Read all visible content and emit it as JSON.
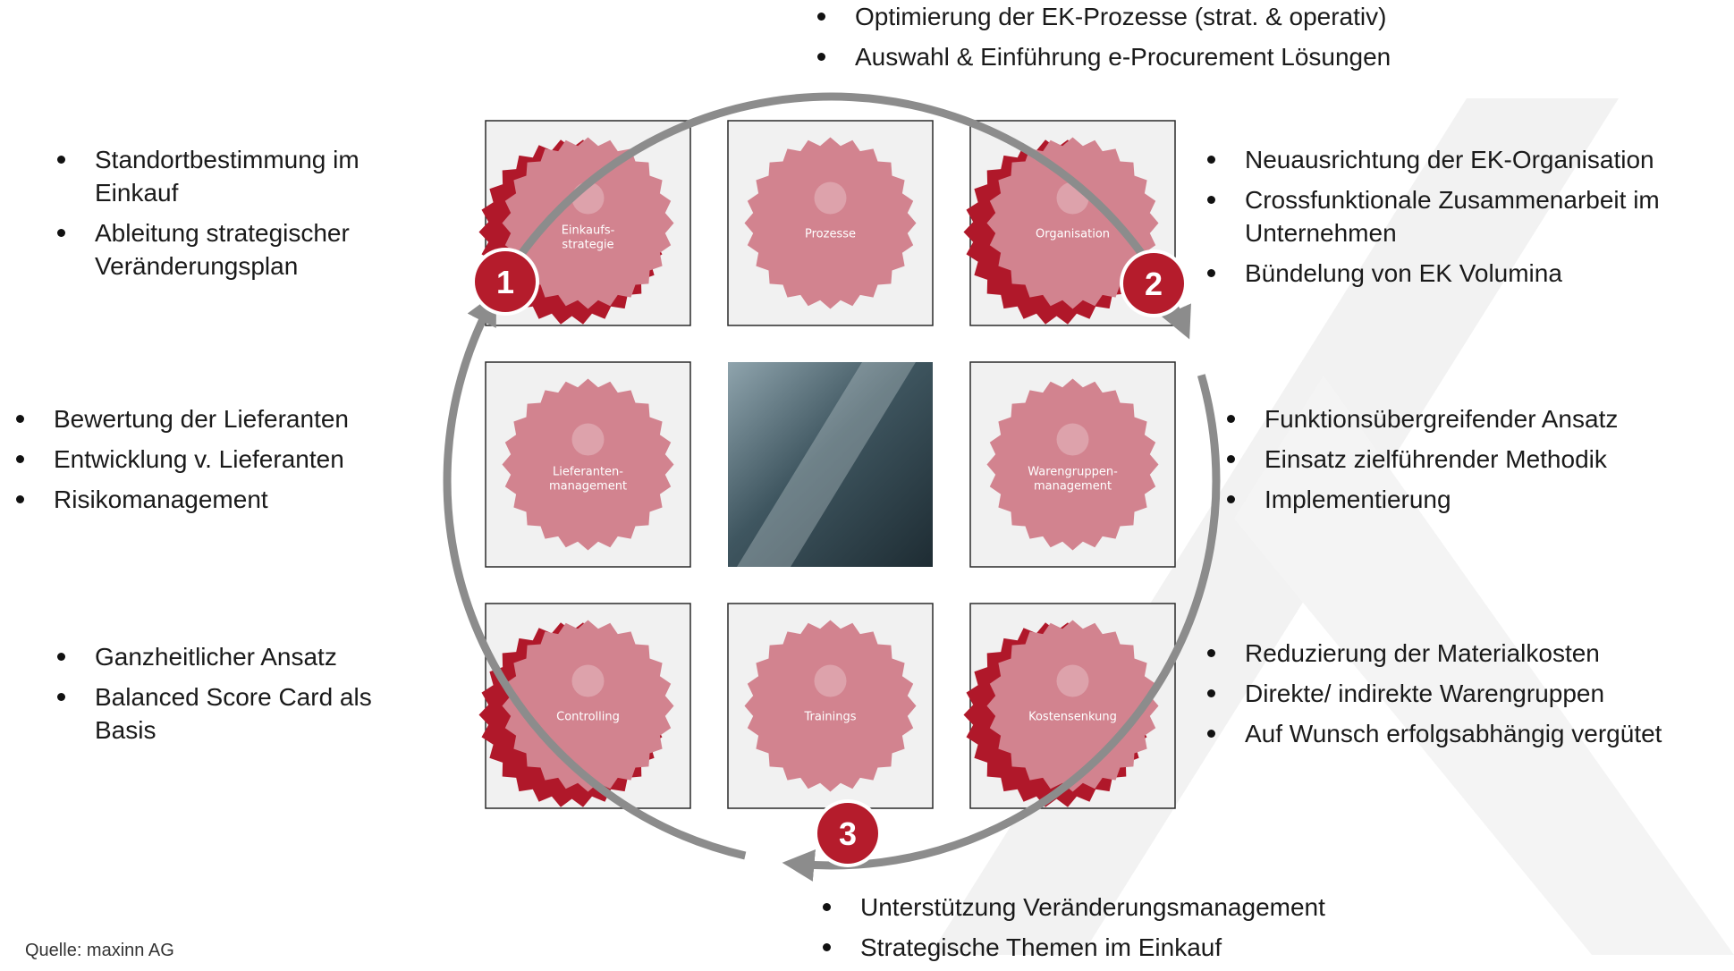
{
  "source_note": "Quelle: maxinn AG",
  "tiles": [
    {
      "id": "einkaufsstrategie",
      "lines": [
        "Einkaufs-",
        "strategie"
      ],
      "icon": "org-network-icon",
      "highlight": true
    },
    {
      "id": "prozesse",
      "lines": [
        "Prozesse"
      ],
      "icon": "chevrons-icon",
      "highlight": false
    },
    {
      "id": "organisation",
      "lines": [
        "Organisation"
      ],
      "icon": "org-chart-icon",
      "highlight": true
    },
    {
      "id": "lieferantenmanagement",
      "lines": [
        "Lieferanten-",
        "management"
      ],
      "icon": "supplier-icon",
      "highlight": false
    },
    {
      "id": "center",
      "lines": [],
      "icon": "x-logo-photo",
      "highlight": false
    },
    {
      "id": "warengruppenmanagement",
      "lines": [
        "Warengruppen-",
        "management"
      ],
      "icon": "matrix-icon",
      "highlight": false
    },
    {
      "id": "controlling",
      "lines": [
        "Controlling"
      ],
      "icon": "bar-chart-icon",
      "highlight": true
    },
    {
      "id": "trainings",
      "lines": [
        "Trainings"
      ],
      "icon": "people-icon",
      "highlight": false
    },
    {
      "id": "kostensenkung",
      "lines": [
        "Kostensenkung"
      ],
      "icon": "euro-icon",
      "highlight": true
    }
  ],
  "badges": [
    "1",
    "2",
    "3"
  ],
  "bullets": {
    "top": [
      "Optimierung der EK-Prozesse (strat. & operativ)",
      "Auswahl & Einführung e-Procurement Lösungen"
    ],
    "left_top": [
      "Standortbestimmung im Einkauf",
      "Ableitung strategischer Veränderungsplan"
    ],
    "left_mid": [
      "Bewertung der Lieferanten",
      "Entwicklung v. Lieferanten",
      "Risikomanagement"
    ],
    "left_bottom": [
      "Ganzheitlicher Ansatz",
      "Balanced Score Card als Basis"
    ],
    "right_top": [
      "Neuausrichtung der EK-Organisation",
      "Crossfunktionale Zusammenarbeit im Unternehmen",
      "Bündelung von EK Volumina"
    ],
    "right_mid": [
      "Funktionsübergreifender Ansatz",
      "Einsatz zielführender Methodik",
      "Implementierung"
    ],
    "right_bottom": [
      "Reduzierung der Materialkosten",
      "Direkte/ indirekte Warengruppen",
      "Auf Wunsch erfolgsabhängig vergütet"
    ],
    "bottom": [
      "Unterstützung Veränderungsmanagement",
      "Strategische Themen im Einkauf"
    ]
  },
  "colors": {
    "badge": "#b51c2c",
    "gear_dark": "#b0182a",
    "gear_light": "#d2838f",
    "arrow": "#8c8c8c"
  }
}
